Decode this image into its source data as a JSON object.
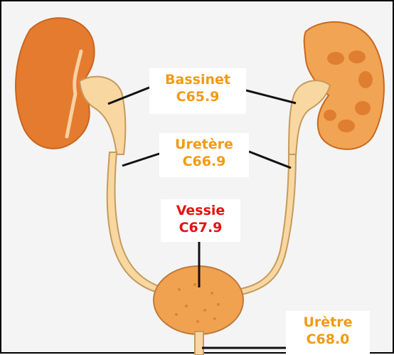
{
  "labels": {
    "bassinet": {
      "name": "Bassinet",
      "code": "C65.9"
    },
    "uretere": {
      "name": "Uretère",
      "code": "C66.9"
    },
    "vessie": {
      "name": "Vessie",
      "code": "C67.9"
    },
    "uretre": {
      "name": "Urètre",
      "code": "C68.0"
    }
  },
  "colors": {
    "organ": "#e07a2c",
    "organ_light": "#f2b068",
    "ureter_fill": "#f8d9a4",
    "label_orange": "#f29a12",
    "label_red": "#e3140f",
    "leader_line": "#111111"
  }
}
